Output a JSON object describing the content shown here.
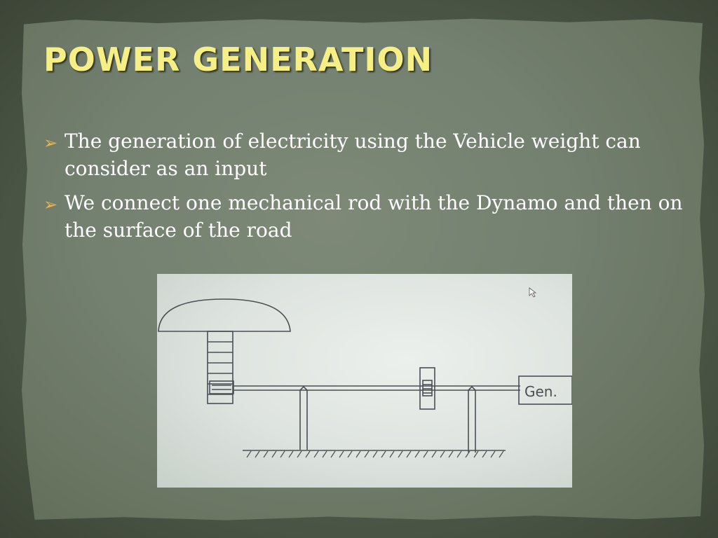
{
  "slide": {
    "title": "POWER GENERATION",
    "bullets": [
      "The generation of electricity using the Vehicle weight can consider as an input",
      "We connect one mechanical rod with the Dynamo and then on the surface of the road"
    ],
    "bullet_icon": "arrow-bullet-icon",
    "colors": {
      "title": "#f5ef86",
      "text": "#ffffff",
      "bullet": "#e8b64a",
      "background": "#748070"
    }
  },
  "diagram": {
    "generator_label": "Gen."
  }
}
